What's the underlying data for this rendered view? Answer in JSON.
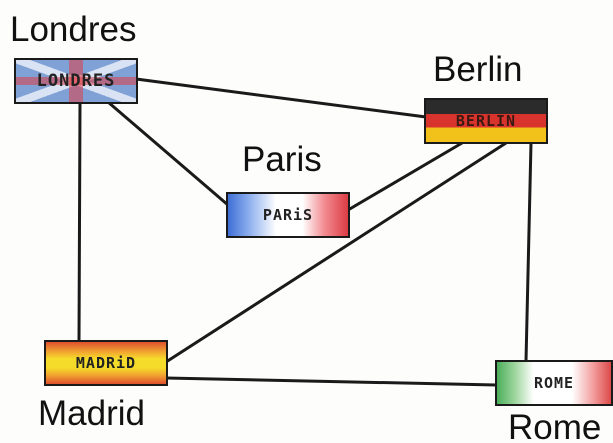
{
  "diagram": {
    "nodes": [
      {
        "id": "londres",
        "name": "Londres",
        "flag_label": "LONDRES"
      },
      {
        "id": "berlin",
        "name": "Berlin",
        "flag_label": "BERLIN"
      },
      {
        "id": "paris",
        "name": "Paris",
        "flag_label": "PARiS"
      },
      {
        "id": "madrid",
        "name": "Madrid",
        "flag_label": "MADRiD"
      },
      {
        "id": "rome",
        "name": "Rome",
        "flag_label": "ROME"
      }
    ],
    "edges": [
      [
        "londres",
        "berlin"
      ],
      [
        "londres",
        "paris"
      ],
      [
        "londres",
        "madrid"
      ],
      [
        "paris",
        "berlin"
      ],
      [
        "madrid",
        "berlin"
      ],
      [
        "madrid",
        "rome"
      ],
      [
        "berlin",
        "rome"
      ]
    ],
    "colors": {
      "edge": "#1a1a1a",
      "uk_blue": "#7fa1d6",
      "de_red": "#d9332e",
      "de_gold": "#f2c21b",
      "fr_blue": "#3f6fd6",
      "es_yellow": "#f6dc2a",
      "it_green": "#4caf5a"
    }
  }
}
